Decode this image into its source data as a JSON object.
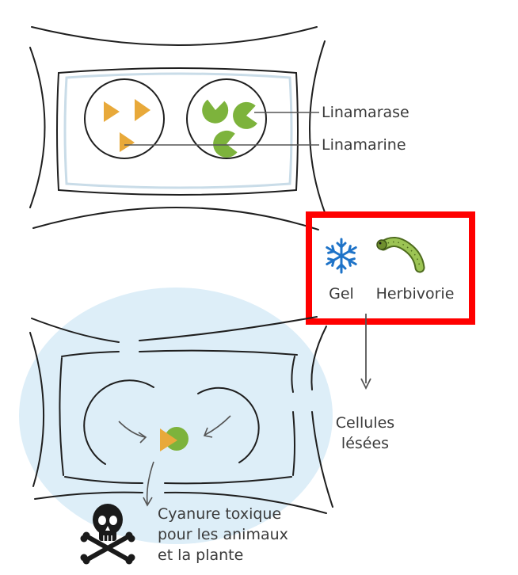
{
  "labels": {
    "enzyme": "Linamarase",
    "substrate": "Linamarine",
    "frost": "Gel",
    "herbivory": "Herbivorie",
    "damaged_line1": "Cellules",
    "damaged_line2": "lésées",
    "toxic_line1": "Cyanure toxique",
    "toxic_line2": "pour les animaux",
    "toxic_line3": "et la plante"
  },
  "icons": {
    "frost": "snowflake-icon",
    "herbivory": "caterpillar-icon",
    "toxic": "skull-crossbones-icon"
  },
  "colors": {
    "linamarine": "#E8A93A",
    "linamarase": "#7DB33C",
    "damaged_zone": "#DDEEF8",
    "highlight": "#FF0000",
    "snowflake": "#1E73C8",
    "caterpillar": "#8DB34A",
    "skull": "#1A1A1A",
    "outline": "#1F1F1F",
    "vacuole_border": "#C9DCE8"
  }
}
